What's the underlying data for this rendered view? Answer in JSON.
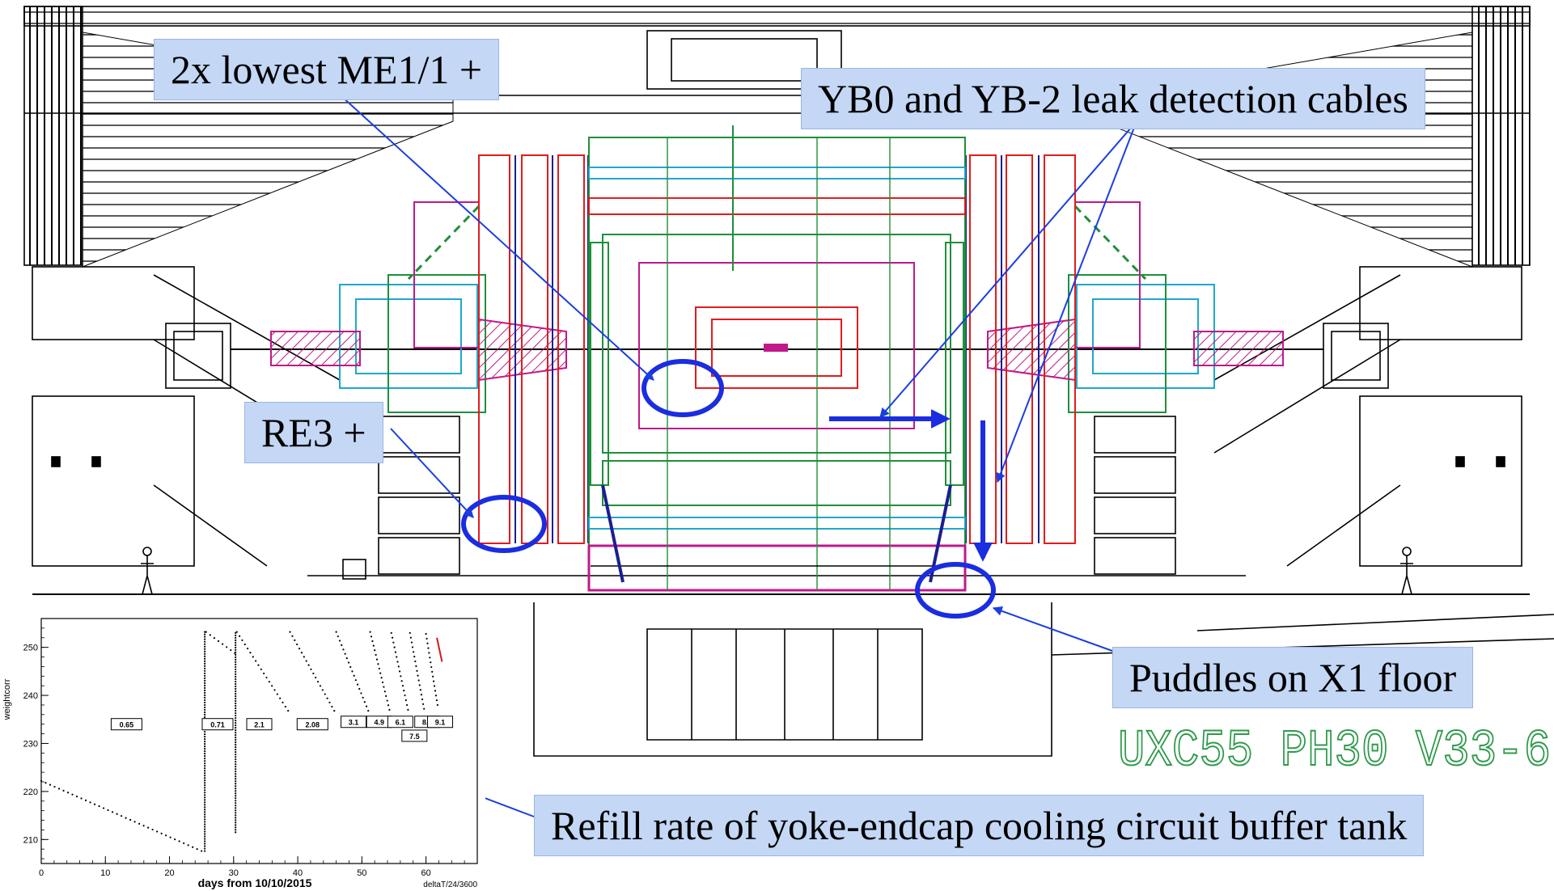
{
  "callouts": {
    "me11": "2x lowest ME1/1 +",
    "yb": "YB0 and YB-2 leak detection cables",
    "re3": "RE3 +",
    "puddles": "Puddles on X1 floor",
    "refill": "Refill rate of yoke-endcap cooling circuit buffer tank"
  },
  "drawing_stamp": "UXC55 PH30 V33-6",
  "colors": {
    "callout_fill": "#c4d7f5",
    "arrow": "#1a3fe0",
    "ring": "#1a2de0",
    "magenta": "#c0188a",
    "red": "#e41b1b",
    "green": "#1f8f3a",
    "cyan": "#1fa8c9",
    "navy": "#1b1f8f",
    "stamp_green": "#2e9a4a"
  },
  "chart_data": {
    "type": "scatter",
    "xlabel": "days from 10/10/2015",
    "ylabel": "weightcorr",
    "corner_label": "deltaT/24/3600",
    "xlim": [
      0,
      68
    ],
    "ylim": [
      205,
      256
    ],
    "x_ticks": [
      0,
      10,
      20,
      30,
      40,
      50,
      60
    ],
    "y_ticks": [
      210,
      220,
      230,
      240,
      250
    ],
    "segments": [
      {
        "x0": 0,
        "y0": 222.2,
        "x1": 25,
        "y1": 207.6
      },
      {
        "x0": 25.7,
        "y0": 253.2,
        "x1": 30.2,
        "y1": 248.8
      },
      {
        "x0": 30.5,
        "y0": 253.2,
        "x1": 38.5,
        "y1": 236.8
      },
      {
        "x0": 38.8,
        "y0": 253.2,
        "x1": 45.7,
        "y1": 236.8
      },
      {
        "x0": 46.0,
        "y0": 253.2,
        "x1": 51.0,
        "y1": 236.8
      },
      {
        "x0": 51.3,
        "y0": 253.2,
        "x1": 54.3,
        "y1": 237.0
      },
      {
        "x0": 54.6,
        "y0": 253.0,
        "x1": 57.2,
        "y1": 237.0
      },
      {
        "x0": 57.5,
        "y0": 253.0,
        "x1": 59.7,
        "y1": 237.2
      },
      {
        "x0": 60.0,
        "y0": 252.8,
        "x1": 61.8,
        "y1": 238.0
      }
    ],
    "jumps": [
      {
        "x": 25.5,
        "y0": 207.6,
        "y1": 253.2
      },
      {
        "x": 30.3,
        "y0": 211.5,
        "y1": 253.0
      }
    ],
    "red_segment": {
      "x0": 61.7,
      "y0": 252.0,
      "x1": 62.5,
      "y1": 247.0
    },
    "annotations": [
      {
        "text": "0.65",
        "x": 13.3,
        "y": 234.0
      },
      {
        "text": "0.71",
        "x": 27.5,
        "y": 234.0
      },
      {
        "text": "2.1",
        "x": 34.0,
        "y": 234.0
      },
      {
        "text": "2.08",
        "x": 42.3,
        "y": 234.0
      },
      {
        "text": "3.1",
        "x": 48.7,
        "y": 234.5
      },
      {
        "text": "4.9",
        "x": 52.7,
        "y": 234.5
      },
      {
        "text": "6.1",
        "x": 56.0,
        "y": 234.5
      },
      {
        "text": "7.5",
        "x": 58.2,
        "y": 231.6
      },
      {
        "text": "8.4",
        "x": 60.2,
        "y": 234.5
      },
      {
        "text": "9.1",
        "x": 62.2,
        "y": 234.5
      }
    ]
  }
}
